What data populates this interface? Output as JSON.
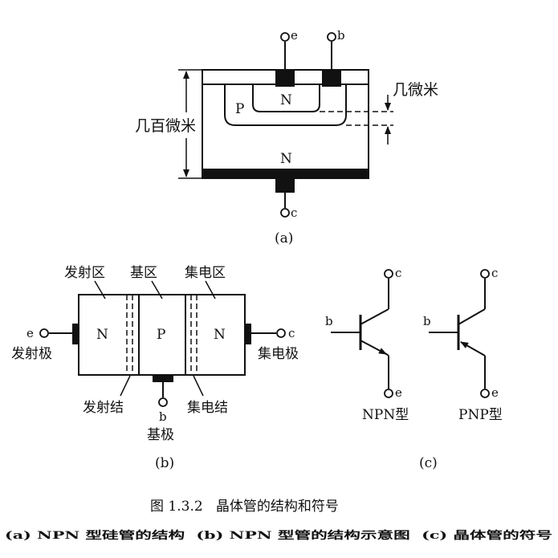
{
  "panel_a": {
    "terminal_e": "e",
    "terminal_b": "b",
    "terminal_c": "c",
    "region_n_emitter": "N",
    "region_p_base": "P",
    "region_n_collector": "N",
    "thickness_label": "几百微米",
    "base_width_label": "几微米",
    "panel_label": "(a)"
  },
  "panel_b": {
    "emitter_region": "发射区",
    "base_region": "基区",
    "collector_region": "集电区",
    "region_n_left": "N",
    "region_p": "P",
    "region_n_right": "N",
    "terminal_e": "e",
    "terminal_c": "c",
    "terminal_b": "b",
    "emitter_electrode": "发射极",
    "collector_electrode": "集电极",
    "base_electrode": "基极",
    "emitter_junction": "发射结",
    "collector_junction": "集电结",
    "panel_label": "(b)"
  },
  "panel_c": {
    "npn_c": "c",
    "npn_b": "b",
    "npn_e": "e",
    "npn_type": "NPN型",
    "pnp_c": "c",
    "pnp_b": "b",
    "pnp_e": "e",
    "pnp_type": "PNP型",
    "panel_label": "(c)"
  },
  "caption": {
    "title": "图 1.3.2   晶体管的结构和符号",
    "subtitle": "(a) NPN 型硅管的结构  (b) NPN 型管的结构示意图  (c) 晶体管的符号"
  }
}
